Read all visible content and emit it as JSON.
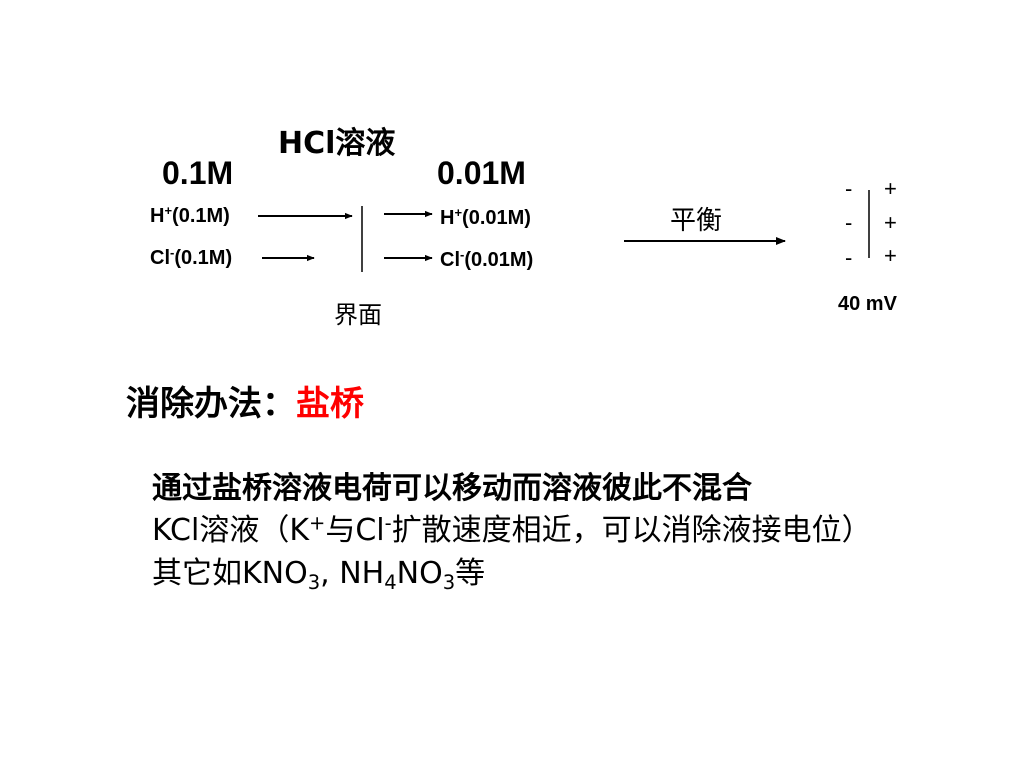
{
  "diagram": {
    "title": "HCl溶液",
    "left_conc": "0.1M",
    "right_conc": "0.01M",
    "left_h": {
      "symbol": "H",
      "charge": "+",
      "conc": "(0.1M)"
    },
    "left_cl": {
      "symbol": "Cl",
      "charge": "-",
      "conc": "(0.1M)"
    },
    "right_h": {
      "symbol": "H",
      "charge": "+",
      "conc": "(0.01M)"
    },
    "right_cl": {
      "symbol": "Cl",
      "charge": "-",
      "conc": "(0.01M)"
    },
    "interface_label": "界面",
    "equilibrium_label": "平衡",
    "neg_signs": [
      "-",
      "-",
      "-"
    ],
    "pos_signs": [
      "+",
      "+",
      "+"
    ],
    "potential": "40 mV"
  },
  "solution": {
    "heading_prefix": "消除办法：",
    "heading_highlight": "盐桥",
    "highlight_color": "#ff0000",
    "line1": "通过盐桥溶液电荷可以移动而溶液彼此不混合",
    "line2": {
      "part1": "KCl溶液（K",
      "k_charge": "+",
      "part2": "与Cl",
      "cl_charge": "-",
      "part3": "扩散速度相近，可以消除液接电位）"
    },
    "line3": {
      "part1": "其它如KNO",
      "sub1": "3",
      "part2": ", NH",
      "sub2": "4",
      "part3": "NO",
      "sub3": "3",
      "part4": "等"
    }
  }
}
